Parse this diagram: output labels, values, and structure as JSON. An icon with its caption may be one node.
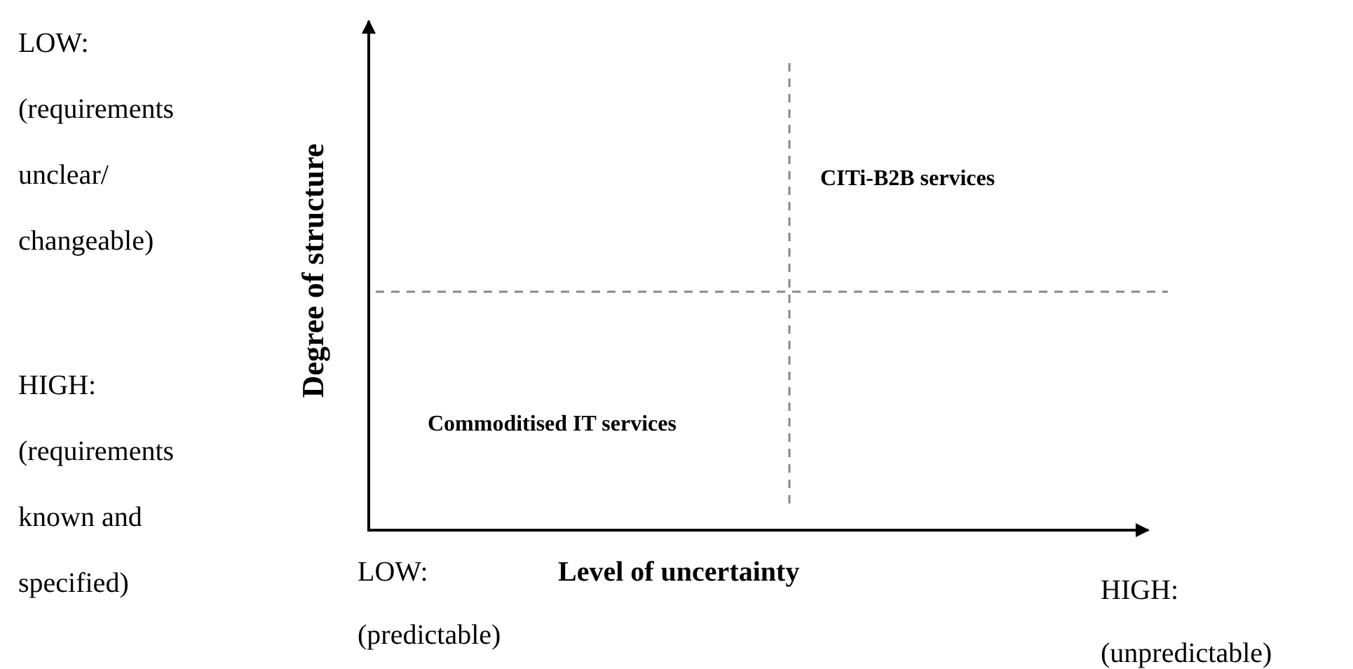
{
  "diagram": {
    "labels": [
      "LOW:",
      "(requirements unclear/ changeable)",
      "HIGH:",
      "(requirements known and specified)",
      "Degree of structure",
      "CITi-B2B services",
      "Commoditised IT services",
      "LOW:",
      "(predictable)",
      "Level of uncertainty",
      "HIGH:",
      "(unpredictable)"
    ]
  }
}
